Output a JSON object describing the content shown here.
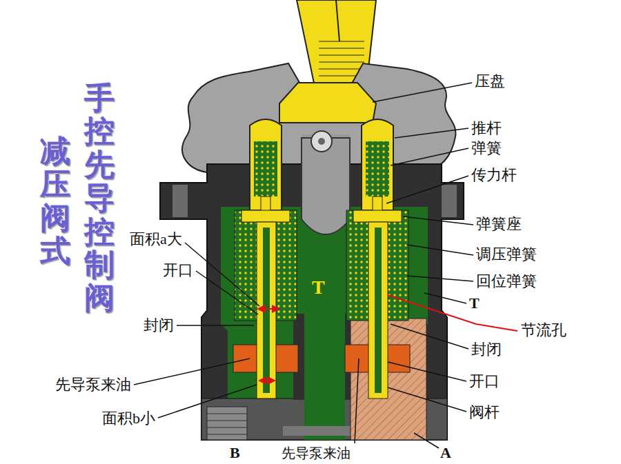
{
  "diagram": {
    "labels": [
      "减压阀式",
      "手控先导控制阀",
      "压盘",
      "推杆",
      "弹簧",
      "传力杆",
      "面积a大",
      "弹簧座",
      "调压弹簧",
      "开口",
      "回位弹簧",
      "T",
      "T",
      "封闭",
      "节流孔",
      "封闭",
      "先导泵来油",
      "开口",
      "阀杆",
      "面积b小",
      "B",
      "先导泵来油",
      "A"
    ]
  }
}
